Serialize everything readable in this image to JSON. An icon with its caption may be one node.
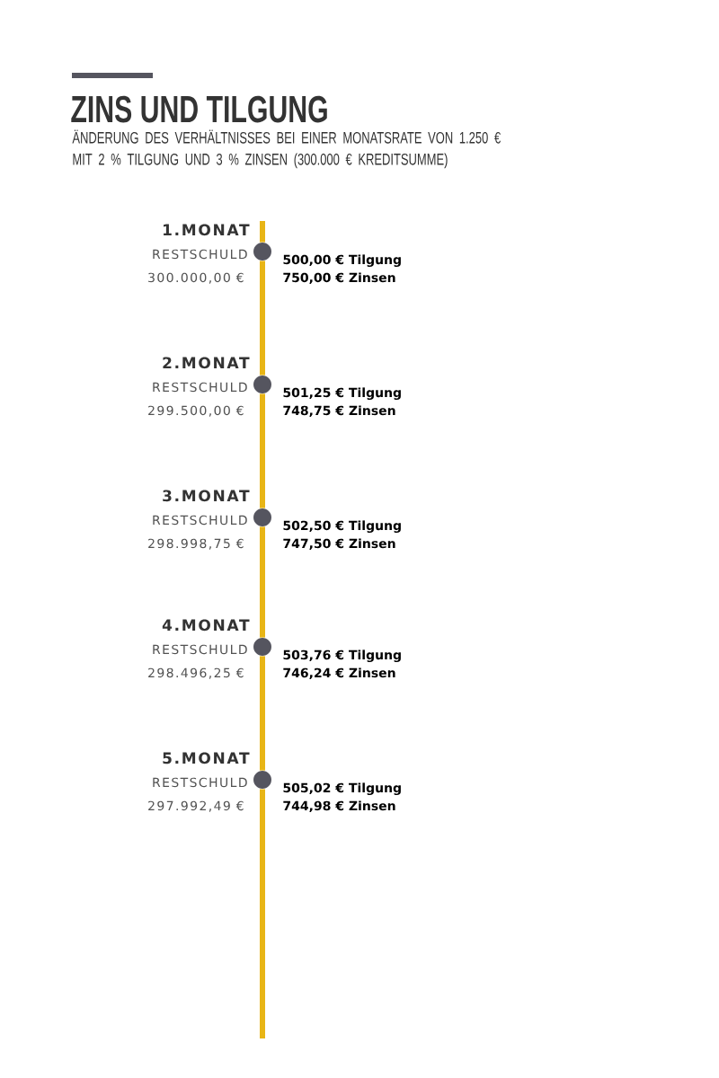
{
  "diagram": {
    "title": "ZINS UND TILGUNG",
    "caption": "ÄNDERUNG DES VERHÄLTNISSES BEI EINER MONATSRATE VON 1.250 € MIT 2 % TILGUNG UND 3 % ZINSEN (300.000 € KREDITSUMME)",
    "nodes": [
      {
        "text": [],
        "shape": "circle",
        "beside": [
          "1.MONAT",
          "RESTSCHULD",
          "300.000,00 €",
          "500,00 € Tilgung",
          "750,00 € Zinsen"
        ]
      },
      {
        "text": [],
        "shape": "circle",
        "beside": [
          "2.MONAT",
          "RESTSCHULD",
          "299.500,00 €",
          "501,25 € Tilgung",
          "748,75 € Zinsen"
        ]
      },
      {
        "text": [],
        "shape": "circle",
        "beside": [
          "3.MONAT",
          "RESTSCHULD",
          "298.998,75 €",
          "502,50 € Tilgung",
          "747,50 € Zinsen"
        ]
      },
      {
        "text": [],
        "shape": "circle",
        "beside": [
          "4.MONAT",
          "RESTSCHULD",
          "298.496,25 €",
          "503,76 € Tilgung",
          "746,24 € Zinsen"
        ]
      },
      {
        "text": [],
        "shape": "circle",
        "beside": [
          "5.MONAT",
          "RESTSCHULD",
          "297.992,49 €",
          "505,02 € Tilgung",
          "744,98 € Zinsen"
        ]
      }
    ],
    "edges": [
      {
        "from": null,
        "to": 0,
        "arrow": "none"
      },
      {
        "from": 0,
        "to": 1,
        "arrow": "none"
      },
      {
        "from": 1,
        "to": 2,
        "arrow": "none"
      },
      {
        "from": 2,
        "to": 3,
        "arrow": "none"
      },
      {
        "from": 3,
        "to": 4,
        "arrow": "none"
      },
      {
        "from": 4,
        "to": null,
        "arrow": "none"
      }
    ]
  }
}
